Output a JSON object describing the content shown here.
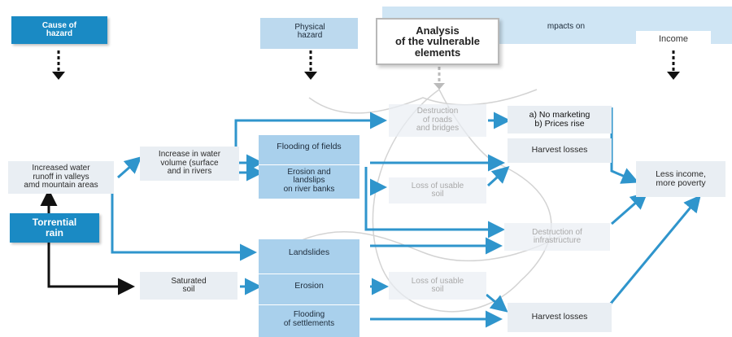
{
  "headers": {
    "cause": "Cause of\nhazard",
    "physical": "Physical\nhazard",
    "analysis": "Analysis\nof the vulnerable\nelements",
    "impacts": "mpacts on",
    "income": "Income"
  },
  "nodes": {
    "torrential_rain": "Torrential\nrain",
    "increased_runoff": "Increased water\nrunoff in valleys\namd mountain areas",
    "increase_volume": "Increase in water\nvolume (surface\nand in rivers",
    "saturated_soil": "Saturated\nsoil",
    "flooding_fields": "Flooding of fields",
    "erosion_landslips": "Erosion and\nlandslips\non river banks",
    "landslides": "Landslides",
    "erosion": "Erosion",
    "flooding_settlements": "Flooding\nof settlements",
    "destruction_roads": "Destruction\nof roads\nand bridges",
    "loss_soil_1": "Loss of usable\nsoil",
    "destruction_infra": "Destruction of\ninfrastructure",
    "loss_soil_2": "Loss of usable\nsoil",
    "no_marketing": "a) No marketing\nb) Prices rise",
    "harvest_losses_1": "Harvest losses",
    "harvest_losses_2": "Harvest losses",
    "less_income": "Less income,\nmore poverty"
  },
  "colors": {
    "dark_blue": "#1a8ac4",
    "mid_blue": "#bcd9ee",
    "light_grey": "#e9eef3",
    "arrow_blue": "#2f95cc",
    "arrow_black": "#111111"
  }
}
